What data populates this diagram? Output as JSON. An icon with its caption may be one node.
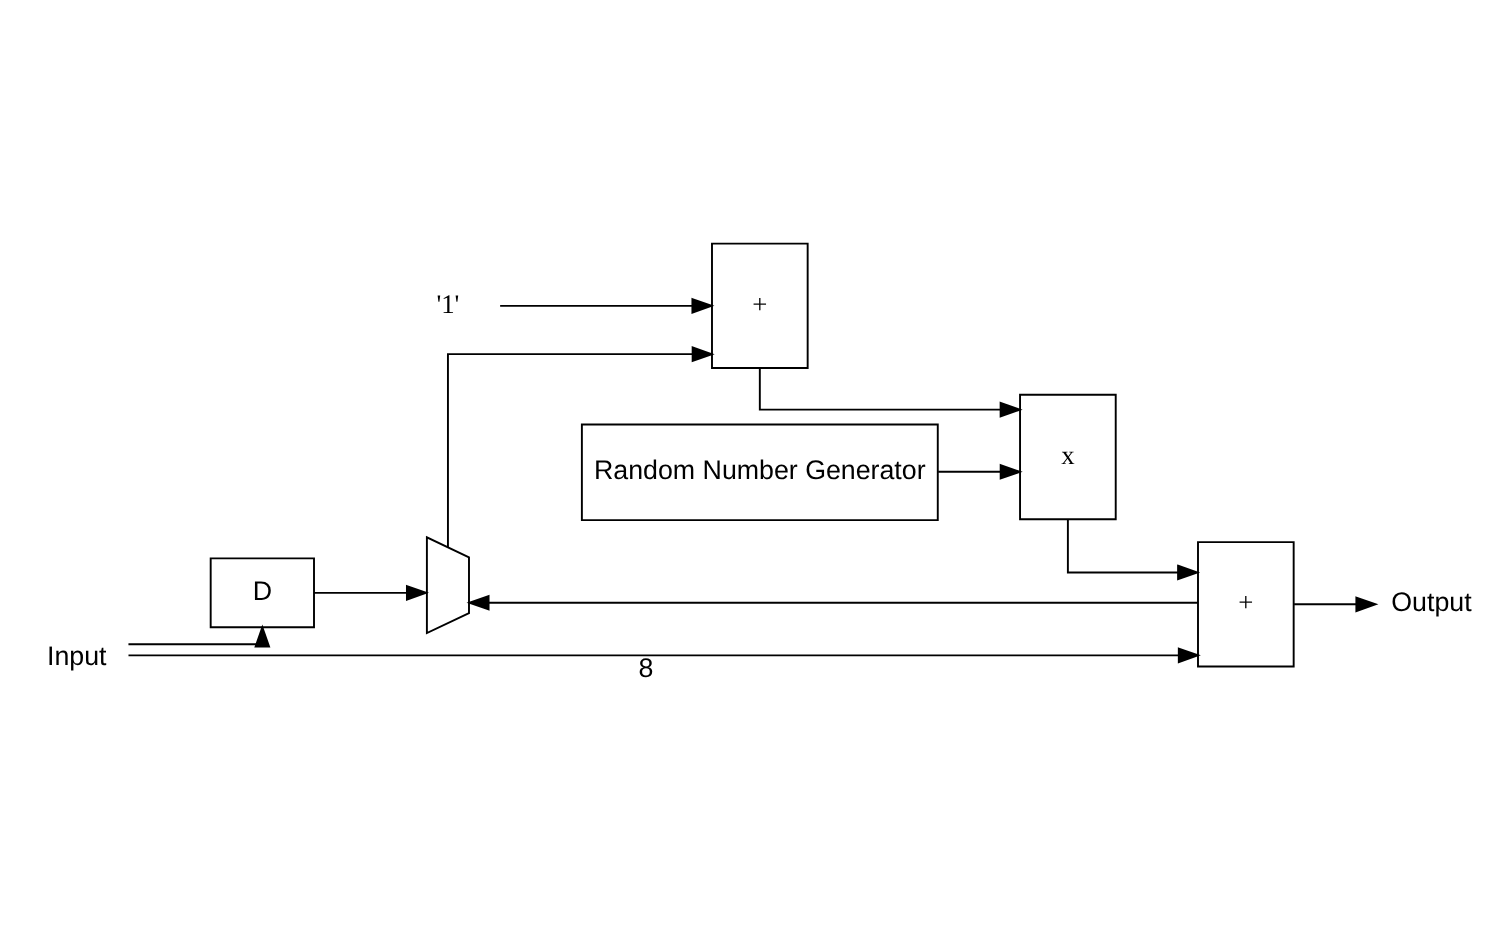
{
  "diagram": {
    "nodes": [
      {
        "text": [
          "D"
        ]
      },
      {
        "text": [],
        "shape": "trapezoid"
      },
      {
        "text": [
          "'1'"
        ]
      },
      {
        "text": [
          "+"
        ]
      },
      {
        "text": [
          "Random Number Generator"
        ]
      },
      {
        "text": [
          "x"
        ]
      },
      {
        "text": [
          "+"
        ]
      },
      {
        "text": [
          "Input"
        ]
      },
      {
        "text": [
          "Output"
        ]
      }
    ],
    "edges": [
      {
        "from": 6,
        "to": 1,
        "arrow": "to"
      },
      {
        "from": 7,
        "to": 0,
        "arrow": "to"
      },
      {
        "from": 0,
        "to": 1,
        "arrow": "to"
      },
      {
        "from": 2,
        "to": 3,
        "arrow": "to"
      },
      {
        "from": 1,
        "to": 3,
        "arrow": "to"
      },
      {
        "from": 3,
        "to": 5,
        "arrow": "to"
      },
      {
        "from": 4,
        "to": 5,
        "arrow": "to"
      },
      {
        "from": 5,
        "to": 6,
        "arrow": "to"
      },
      {
        "from": 7,
        "to": 6,
        "label": "8",
        "arrow": "to"
      },
      {
        "from": 6,
        "to": 8,
        "arrow": "to"
      }
    ]
  }
}
